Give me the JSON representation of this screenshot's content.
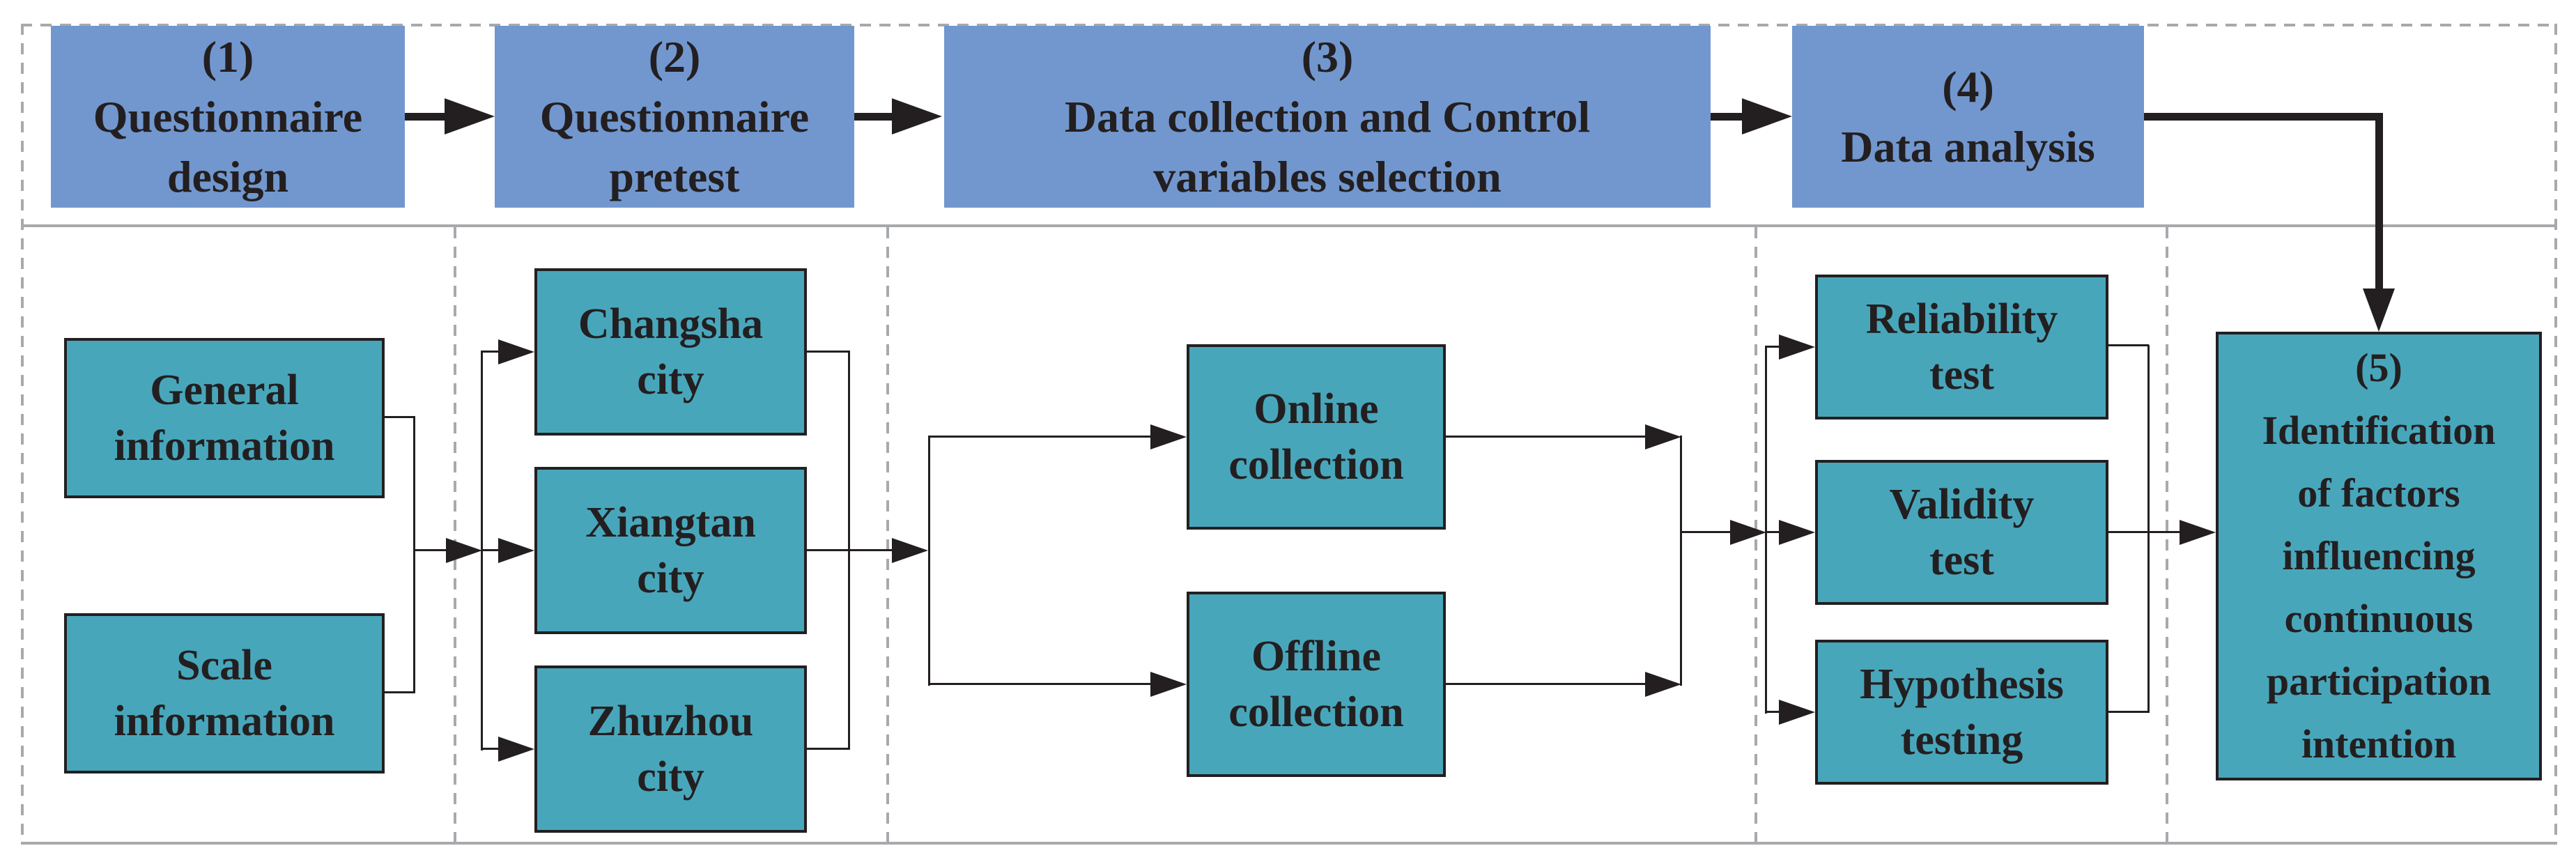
{
  "figure": {
    "type": "research-methodology-flowchart",
    "colors": {
      "step_box_blue": "#7297CE",
      "detail_box_teal": "#48A6BB",
      "text_ink": "#231F20",
      "frame_gray": "#A7A9AC"
    }
  },
  "process_steps": {
    "s1": {
      "number": "(1)",
      "label": "(1)\nQuestionnaire\ndesign"
    },
    "s2": {
      "number": "(2)",
      "label": "(2)\nQuestionnaire\npretest"
    },
    "s3": {
      "number": "(3)",
      "label": "(3)\nData collection and Control\nvariables selection"
    },
    "s4": {
      "number": "(4)",
      "label": "(4)\nData analysis"
    },
    "s5": {
      "number": "(5)",
      "label": "(5)\nIdentification\nof factors\ninfluencing\ncontinuous\nparticipation\nintention"
    }
  },
  "questionnaire_design": {
    "general": {
      "label": "General\ninformation"
    },
    "scale": {
      "label": "Scale\ninformation"
    }
  },
  "pretest_cities": {
    "changsha": {
      "label": "Changsha\ncity"
    },
    "xiangtan": {
      "label": "Xiangtan\ncity"
    },
    "zhuzhou": {
      "label": "Zhuzhou\ncity"
    }
  },
  "data_collection": {
    "online": {
      "label": "Online\ncollection"
    },
    "offline": {
      "label": "Offline\ncollection"
    }
  },
  "data_analysis_tests": {
    "reliability": {
      "label": "Reliability\ntest"
    },
    "validity": {
      "label": "Validity\ntest"
    },
    "hypothesis": {
      "label": "Hypothesis\ntesting"
    }
  }
}
